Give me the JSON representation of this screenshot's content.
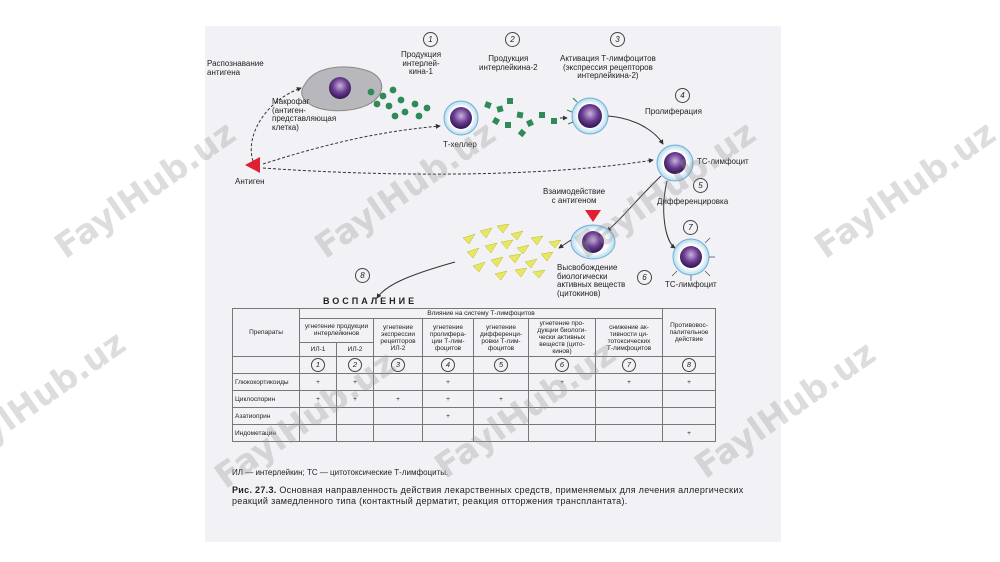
{
  "diagram": {
    "recognition": "Распознавание\nантигена",
    "macrophage": "Макрофаг\n(антиген-\nпредставляющая\nклетка)",
    "antigen": "Антиген",
    "t_helper": "Т-хеллер",
    "step1": "Продукция\nинтерлей-\nкина-1",
    "step2": "Продукция\nинтерлейкина-2",
    "step3": "Активация Т-лимфоцитов\n(экспрессия рецепторов\nинтерлейкина-2)",
    "step4": "Пролиферация",
    "tc1": "TC-лимфоцит",
    "step5": "Дифференцировка",
    "interaction": "Взаимодействие\nс антигеном",
    "tc2": "TC-лимфоцит",
    "step6": "Высвобождение\nбиологически\nактивных веществ\n(цитокинов)",
    "inflammation": "ВОСПАЛЕНИЕ",
    "n1": "1",
    "n2": "2",
    "n3": "3",
    "n4": "4",
    "n5": "5",
    "n6": "6",
    "n7": "7",
    "n8": "8"
  },
  "table": {
    "col_drugs": "Препараты",
    "col_effect": "Влияние на систему Т-лимфоцитов",
    "col_antiinfl": "Противовос-\nпалительное\nдействие",
    "sub_il": "угнетение продукции\nинтерлейкинов",
    "il1": "ИЛ-1",
    "il2": "ИЛ-2",
    "sub3": "угнетение\nэкспрессии\nрецепторов\nИЛ-2",
    "sub4": "угнетение\nпролифера-\nции Т-лим-\nфоцитов",
    "sub5": "угнетение\nдифференци-\nровки Т-лим-\nфоцитов",
    "sub6": "угнетение про-\nдукции биологи-\nчески активных\nвеществ (цито-\nкинов)",
    "sub7": "снижение ак-\nтивности ци-\nтотоксических\nТ-лимфоцитов",
    "nums": [
      "1",
      "2",
      "3",
      "4",
      "5",
      "6",
      "7",
      "8"
    ],
    "rows": [
      {
        "name": "Глюкокортикоиды",
        "cells": [
          "+",
          "+",
          "",
          "+",
          "",
          "+",
          "+",
          "+"
        ]
      },
      {
        "name": "Циклоспорин",
        "cells": [
          "+",
          "+",
          "+",
          "+",
          "+",
          "",
          "",
          ""
        ]
      },
      {
        "name": "Азатиоприн",
        "cells": [
          "",
          "",
          "",
          "+",
          "",
          "",
          "",
          ""
        ]
      },
      {
        "name": "Индометацин",
        "cells": [
          "",
          "",
          "",
          "",
          "",
          "",
          "",
          "+"
        ]
      }
    ]
  },
  "legend": "ИЛ — интерлейкин; TC — цитотоксические Т-лимфоциты.",
  "caption_label": "Рис. 27.3.",
  "caption_text": " Основная направленность действия лекарственных средств, применяемых для лечения аллергических реакций замедленного типа (контактный дерматит, реакция отторжения трансплантата).",
  "watermark": "FaylHub.uz",
  "colors": {
    "cell_nucleus": "#6a3d8f",
    "tcell_membrane": "#9ecfe8",
    "interleukin": "#2e8b57",
    "antigen": "#e02030",
    "cytokine": "#e8e860"
  }
}
